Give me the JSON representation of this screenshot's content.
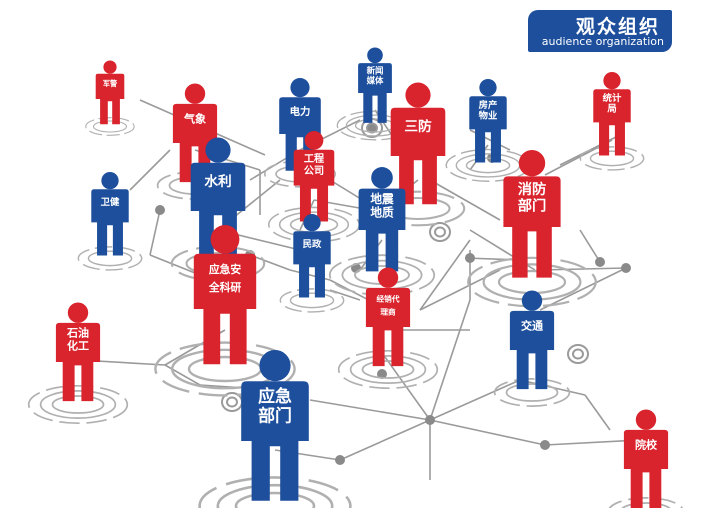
{
  "title": {
    "zh": "观众组织",
    "en": "audience organization"
  },
  "colors": {
    "red": "#d9232d",
    "blue": "#1d4f9c",
    "line": "#9a9a9a",
    "ring": "#b0b0b0"
  },
  "nodes": [
    {
      "id": "army",
      "label": "军警",
      "color": "red"
    },
    {
      "id": "meteorology",
      "label": "气象",
      "color": "red"
    },
    {
      "id": "power",
      "label": "电力",
      "color": "blue"
    },
    {
      "id": "news",
      "label": "新闻媒体",
      "color": "blue"
    },
    {
      "id": "sanfang",
      "label": "三防",
      "color": "red"
    },
    {
      "id": "property",
      "label": "房产物业",
      "color": "blue"
    },
    {
      "id": "statistics",
      "label": "统计局",
      "color": "red"
    },
    {
      "id": "hygiene",
      "label": "卫健",
      "color": "blue"
    },
    {
      "id": "water",
      "label": "水利",
      "color": "blue"
    },
    {
      "id": "engineering",
      "label": "工程公司",
      "color": "red"
    },
    {
      "id": "geology",
      "label": "地震地质",
      "color": "blue"
    },
    {
      "id": "fire",
      "label": "消防部门",
      "color": "red"
    },
    {
      "id": "civil",
      "label": "民政",
      "color": "blue"
    },
    {
      "id": "research",
      "label": "应急安全科研",
      "color": "red"
    },
    {
      "id": "dealer",
      "label": "经销代理商",
      "color": "red"
    },
    {
      "id": "petro",
      "label": "石油化工",
      "color": "red"
    },
    {
      "id": "transport",
      "label": "交通",
      "color": "blue"
    },
    {
      "id": "emergency",
      "label": "应急部门",
      "color": "blue"
    },
    {
      "id": "college",
      "label": "院校",
      "color": "red"
    }
  ]
}
